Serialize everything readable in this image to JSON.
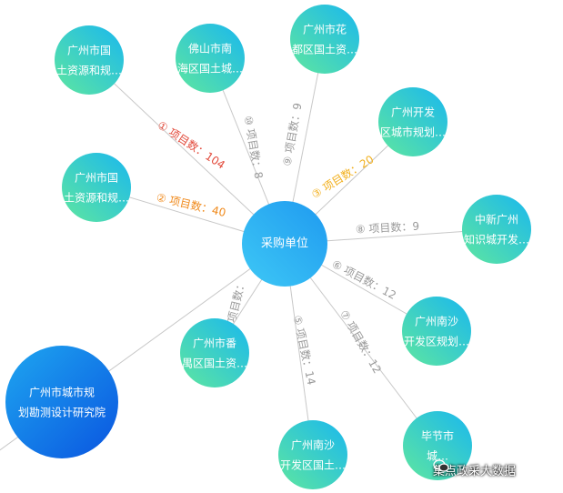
{
  "center": {
    "label": "采购单位"
  },
  "nodes": [
    {
      "id": "n1",
      "line1": "广州市国",
      "line2": "土资源和规…",
      "edge_label": "① 项目数：104",
      "edge_color": "#e24a3b"
    },
    {
      "id": "n2",
      "line1": "广州市国",
      "line2": "土资源和规…",
      "edge_label": "② 项目数：40",
      "edge_color": "#f08a1c"
    },
    {
      "id": "n3",
      "line1": "广州开发",
      "line2": "区城市规划…",
      "edge_label": "③ 项目数：20",
      "edge_color": "#f2b01e"
    },
    {
      "id": "n4",
      "line1": "广州市番",
      "line2": "禺区国土资…",
      "edge_label": "④ 项目数：",
      "edge_color": "#9a9a9a"
    },
    {
      "id": "n5",
      "line1": "广州南沙",
      "line2": "开发区国土…",
      "edge_label": "⑤ 项目数：14",
      "edge_color": "#9a9a9a"
    },
    {
      "id": "n6",
      "line1": "广州南沙",
      "line2": "开发区规划…",
      "edge_label": "⑥ 项目数：12",
      "edge_color": "#9a9a9a"
    },
    {
      "id": "n7",
      "line1": "毕节市",
      "line2": "城…",
      "edge_label": "⑦ 项目数：12",
      "edge_color": "#9a9a9a"
    },
    {
      "id": "n8",
      "line1": "中新广州",
      "line2": "知识城开发…",
      "edge_label": "⑧ 项目数：9",
      "edge_color": "#9a9a9a"
    },
    {
      "id": "n9",
      "line1": "广州市花",
      "line2": "都区国土资…",
      "edge_label": "⑨ 项目数：9",
      "edge_color": "#9a9a9a"
    },
    {
      "id": "n10",
      "line1": "佛山市南",
      "line2": "海区国土城…",
      "edge_label": "⑩ 项目数：8",
      "edge_color": "#9a9a9a"
    }
  ],
  "big_node": {
    "line1": "广州市城市规",
    "line2": "划勘测设计研究院"
  },
  "colors": {
    "node_start": "#5ee6a0",
    "node_end": "#1ab8ee",
    "center_start": "#3ec8f5",
    "center_end": "#1f9af0",
    "big_start": "#1ea6f0",
    "big_end": "#0a55e0",
    "edge": "#c8c8c8"
  },
  "watermark": {
    "icon": "wechat-icon",
    "text": "集点政采大数据"
  }
}
